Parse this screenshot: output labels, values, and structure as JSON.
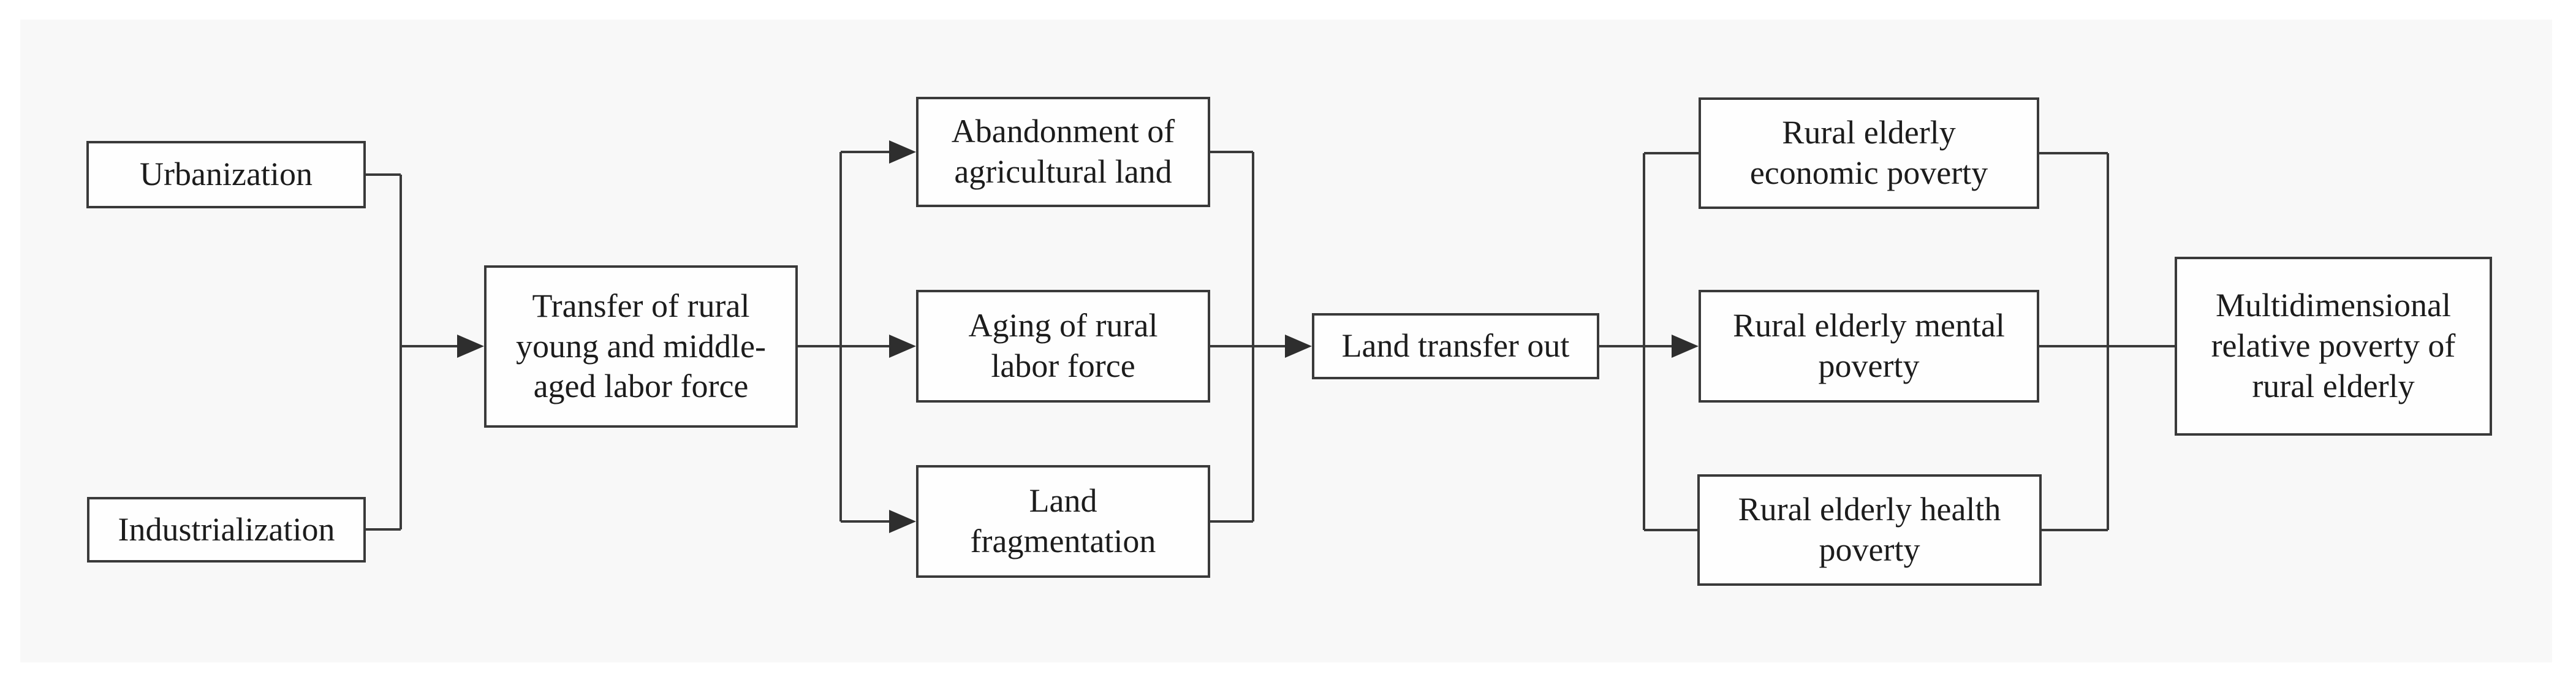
{
  "figure": {
    "type": "flowchart",
    "background_color": "#f8f8f8",
    "line_color": "#3a3a3a",
    "box_fill": "#fefefe",
    "text_color": "#1c1c1c"
  },
  "nodes": {
    "urbanization": {
      "label": "Urbanization"
    },
    "industrialization": {
      "label": "Industrialization"
    },
    "transfer": {
      "label": "Transfer of rural\nyoung and middle-\naged labor force"
    },
    "abandonment": {
      "label": "Abandonment of\nagricultural land"
    },
    "aging": {
      "label": "Aging of rural\nlabor force"
    },
    "fragmentation": {
      "label": "Land\nfragmentation"
    },
    "land_transfer_out": {
      "label": "Land transfer out"
    },
    "economic": {
      "label": "Rural elderly\neconomic poverty"
    },
    "mental": {
      "label": "Rural elderly mental\npoverty"
    },
    "health": {
      "label": "Rural elderly health\npoverty"
    },
    "multidimensional": {
      "label": "Multidimensional\nrelative poverty of\nrural elderly"
    }
  },
  "edges": [
    {
      "from": "urbanization",
      "to": "transfer",
      "arrow": true
    },
    {
      "from": "industrialization",
      "to": "transfer",
      "arrow": true
    },
    {
      "from": "transfer",
      "to": "abandonment",
      "arrow": true
    },
    {
      "from": "transfer",
      "to": "aging",
      "arrow": true
    },
    {
      "from": "transfer",
      "to": "fragmentation",
      "arrow": true
    },
    {
      "from": "abandonment",
      "to": "land_transfer_out",
      "arrow": true
    },
    {
      "from": "aging",
      "to": "land_transfer_out",
      "arrow": true
    },
    {
      "from": "fragmentation",
      "to": "land_transfer_out",
      "arrow": true
    },
    {
      "from": "land_transfer_out",
      "to": "economic",
      "arrow": false
    },
    {
      "from": "land_transfer_out",
      "to": "mental",
      "arrow": true
    },
    {
      "from": "land_transfer_out",
      "to": "health",
      "arrow": false
    },
    {
      "from": "economic",
      "to": "multidimensional",
      "arrow": false
    },
    {
      "from": "mental",
      "to": "multidimensional",
      "arrow": false
    },
    {
      "from": "health",
      "to": "multidimensional",
      "arrow": false
    }
  ]
}
